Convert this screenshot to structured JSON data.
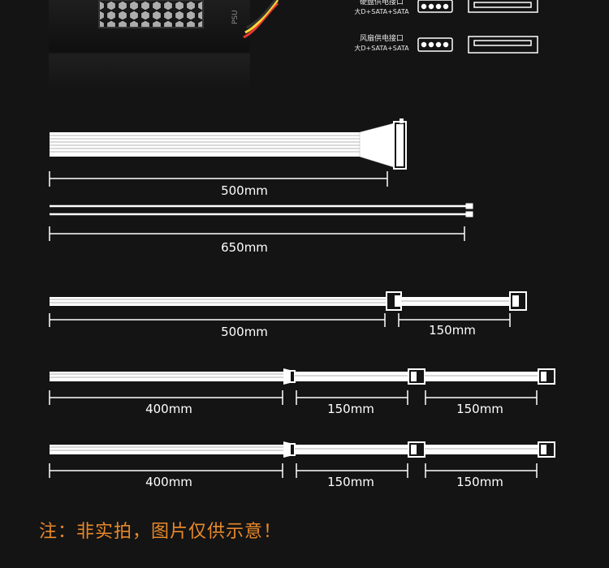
{
  "connectors": [
    {
      "title": "硬盘供电接口",
      "subtitle": "大D+SATA+SATA"
    },
    {
      "title": "风扇供电接口",
      "subtitle": "大D+SATA+SATA"
    }
  ],
  "cables": [
    {
      "name": "24pin-main",
      "segments": [
        "500mm"
      ]
    },
    {
      "name": "cpu-cable",
      "segments": [
        "650mm"
      ]
    },
    {
      "name": "pcie-cable",
      "segments": [
        "500mm",
        "150mm"
      ]
    },
    {
      "name": "molex-sata-cable-1",
      "segments": [
        "400mm",
        "150mm",
        "150mm"
      ]
    },
    {
      "name": "molex-sata-cable-2",
      "segments": [
        "400mm",
        "150mm",
        "150mm"
      ]
    }
  ],
  "note": "注：非实拍，图片仅供示意！"
}
